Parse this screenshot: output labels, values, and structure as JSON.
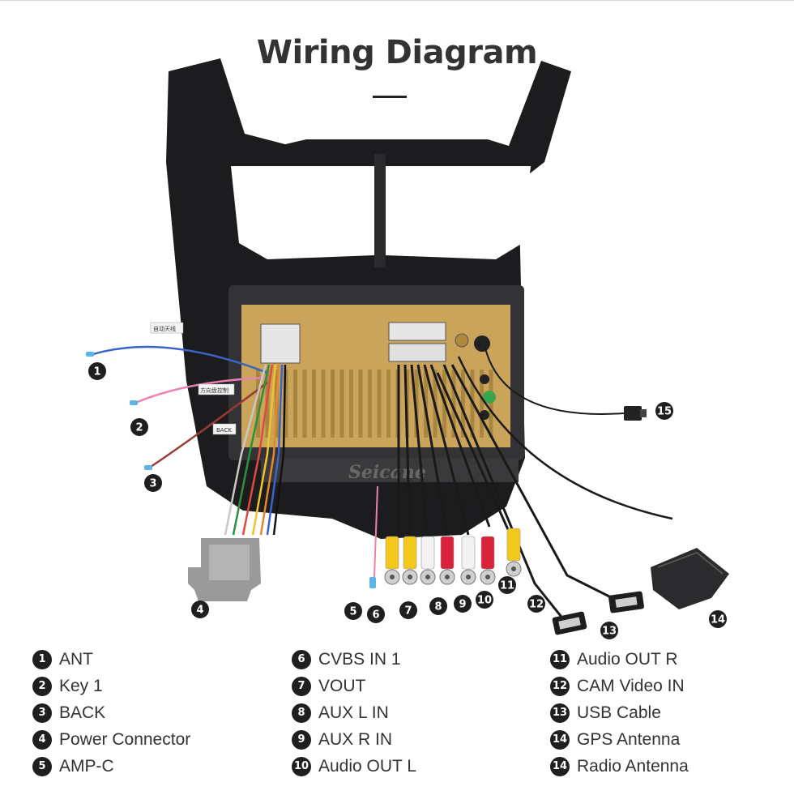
{
  "title": "Wiring Diagram",
  "watermark": "Seicane",
  "tags": {
    "ant_tag": "自动天线",
    "key_tag": "方向盘控制",
    "back_tag": "BACK"
  },
  "callouts": [
    "1",
    "2",
    "3",
    "4",
    "5",
    "6",
    "7",
    "8",
    "9",
    "10",
    "11",
    "12",
    "13",
    "14",
    "15"
  ],
  "legend": {
    "col1": [
      {
        "num": "1",
        "label": "ANT"
      },
      {
        "num": "2",
        "label": "Key 1"
      },
      {
        "num": "3",
        "label": "BACK"
      },
      {
        "num": "4",
        "label": "Power Connector"
      },
      {
        "num": "5",
        "label": "AMP-C"
      }
    ],
    "col2": [
      {
        "num": "6",
        "label": "CVBS IN 1"
      },
      {
        "num": "7",
        "label": "VOUT"
      },
      {
        "num": "8",
        "label": "AUX L IN"
      },
      {
        "num": "9",
        "label": "AUX R IN"
      },
      {
        "num": "10",
        "label": "Audio OUT L"
      }
    ],
    "col3": [
      {
        "num": "11",
        "label": "Audio OUT R"
      },
      {
        "num": "12",
        "label": "CAM Video IN"
      },
      {
        "num": "13",
        "label": "USB Cable"
      },
      {
        "num": "14",
        "label": "GPS Antenna"
      },
      {
        "num": "14",
        "label": "Radio Antenna"
      }
    ]
  },
  "colors": {
    "frame": "#1c1c1e",
    "unit": "#c9a45a",
    "rca_yellow": "#f2c81b",
    "rca_red": "#d8233a",
    "rca_white": "#f2f2f2",
    "badge": "#1f1f1f"
  }
}
